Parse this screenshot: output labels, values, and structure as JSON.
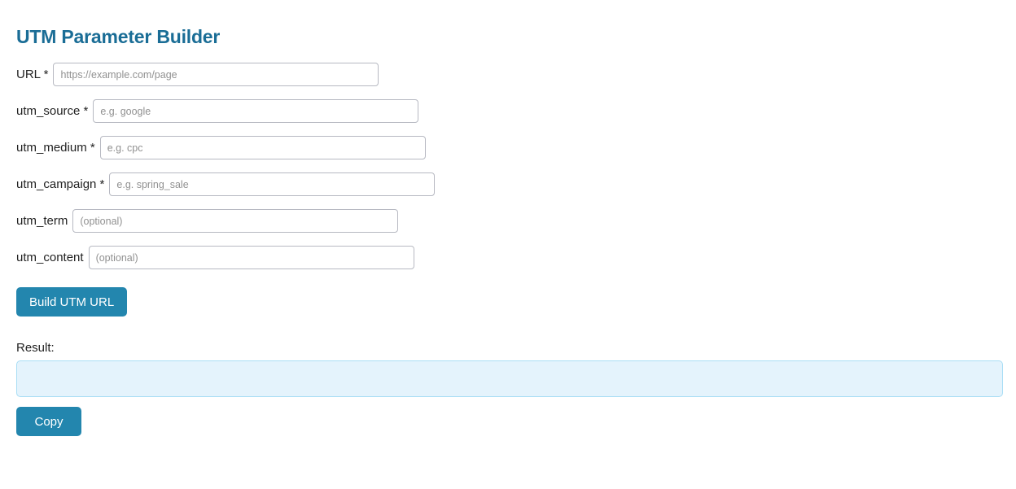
{
  "page": {
    "title": "UTM Parameter Builder",
    "accent_color": "#2386ae",
    "title_color": "#1a6d96",
    "result_bg_color": "#e4f3fc",
    "result_border_color": "#a8ddf5"
  },
  "form": {
    "fields": [
      {
        "label": "URL *",
        "placeholder": "https://example.com/page",
        "value": "",
        "name": "url"
      },
      {
        "label": "utm_source *",
        "placeholder": "e.g. google",
        "value": "",
        "name": "utm-source"
      },
      {
        "label": "utm_medium *",
        "placeholder": "e.g. cpc",
        "value": "",
        "name": "utm-medium"
      },
      {
        "label": "utm_campaign *",
        "placeholder": "e.g. spring_sale",
        "value": "",
        "name": "utm-campaign"
      },
      {
        "label": "utm_term",
        "placeholder": "(optional)",
        "value": "",
        "name": "utm-term"
      },
      {
        "label": "utm_content",
        "placeholder": "(optional)",
        "value": "",
        "name": "utm-content"
      }
    ],
    "build_button_label": "Build UTM URL"
  },
  "result": {
    "label": "Result:",
    "value": "",
    "copy_button_label": "Copy"
  }
}
